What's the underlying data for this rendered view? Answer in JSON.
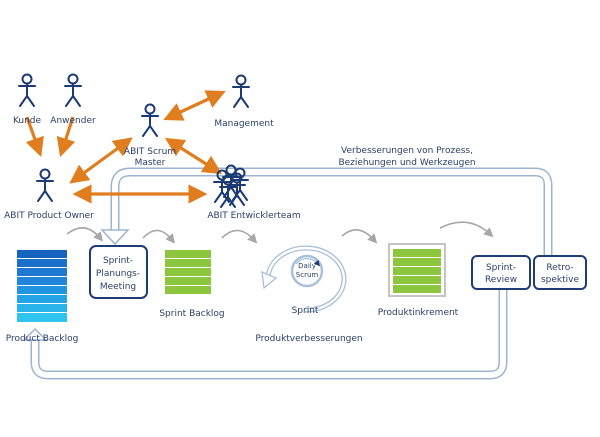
{
  "actors": {
    "kunde": "Kunde",
    "anwender": "Anwender",
    "scrum_master_line1": "ABIT Scrum",
    "scrum_master_line2": "Master",
    "management": "Management",
    "product_owner": "ABIT Product Owner",
    "entwicklerteam": "ABIT Entwicklerteam"
  },
  "improvement_line1": "Verbesserungen von Prozess,",
  "improvement_line2": "Beziehungen  und Werkzeugen",
  "artifacts": {
    "product_backlog": "Product Backlog",
    "sprint_backlog": "Sprint Backlog",
    "produktinkrement": "Produktinkrement"
  },
  "events": {
    "planning_line1": "Sprint-",
    "planning_line2": "Planungs-",
    "planning_line3": "Meeting",
    "daily_line1": "Daily",
    "daily_line2": "Scrum",
    "sprint": "Sprint",
    "review_line1": "Sprint-",
    "review_line2": "Review",
    "retro_line1": "Retro-",
    "retro_line2": "spektive"
  },
  "produktverbesserungen": "Produktverbesserungen",
  "colors": {
    "accent_orange": "#e07d1f",
    "navy": "#1c3a73",
    "backlog_blue_dark": "#1565c0",
    "backlog_blue_light": "#2ec4ee",
    "sprint_green": "#8cc63f",
    "pipe_blue": "#9db4cf"
  }
}
